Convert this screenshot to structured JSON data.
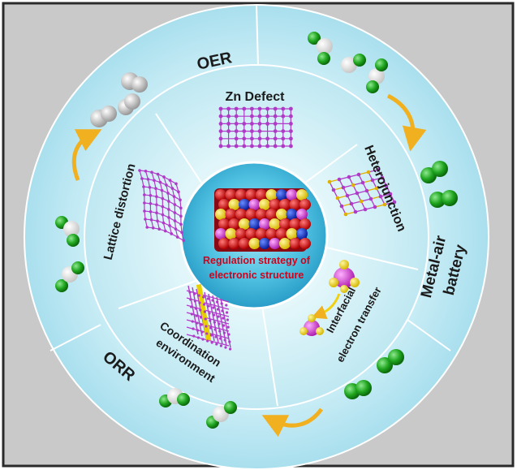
{
  "outer_ring": {
    "oer": "OER",
    "orr": "ORR",
    "battery_line1": "Metal-air",
    "battery_line2": "battery"
  },
  "inner_ring": {
    "zn_defect": "Zn Defect",
    "heterojunction": "Heterojunction",
    "interfacial_line1": "Interfacial",
    "interfacial_line2": "electron transfer",
    "coordination_line1": "Coordination",
    "coordination_line2": "environment",
    "lattice_distortion": "Lattice distortion"
  },
  "center": {
    "line1": "Regulation strategy of",
    "line2": "electronic structure"
  },
  "colors": {
    "frame_background": "#c9c9c9",
    "outer_ring": "#bfe8f2",
    "inner_ring": "#d8f3f8",
    "core": "#3fb8da",
    "center_text": "#d0021b",
    "label_text": "#1b1b1b",
    "molecule_green": "#1fa51f",
    "molecule_white": "#f2f2f2",
    "arrow": "#f0b020",
    "lattice_purple": "#b03ac8"
  },
  "icons": [
    "gear-arrow-icon",
    "o2-molecule-icon",
    "h2o-molecule-icon"
  ]
}
